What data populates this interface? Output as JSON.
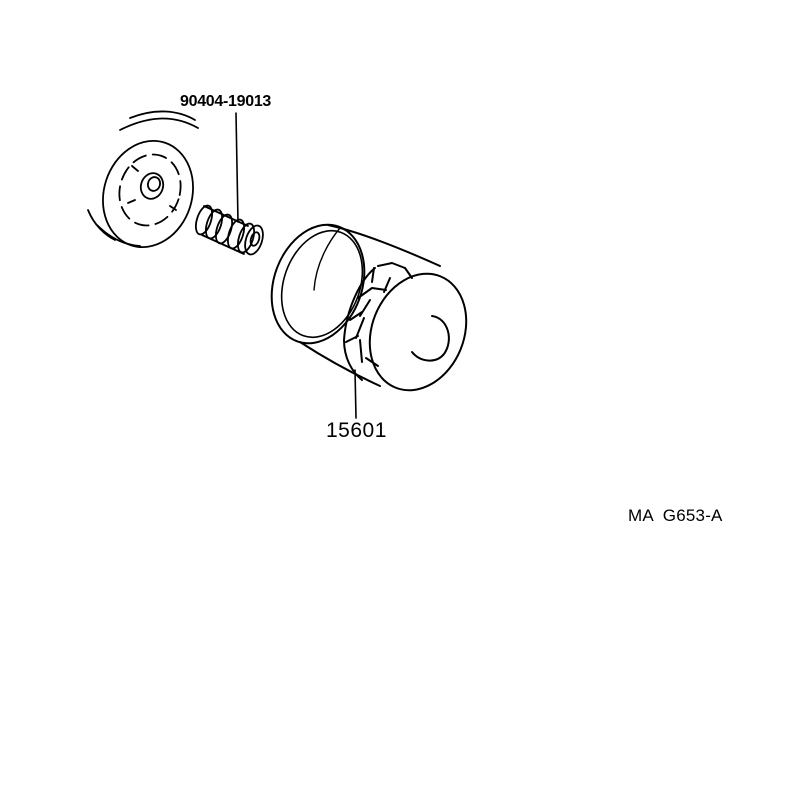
{
  "parts": {
    "stud_number": "90404-19013",
    "filter_number": "15601"
  },
  "diagram_code": "MA  G653-A",
  "colors": {
    "line": "#000000",
    "background": "#ffffff"
  }
}
